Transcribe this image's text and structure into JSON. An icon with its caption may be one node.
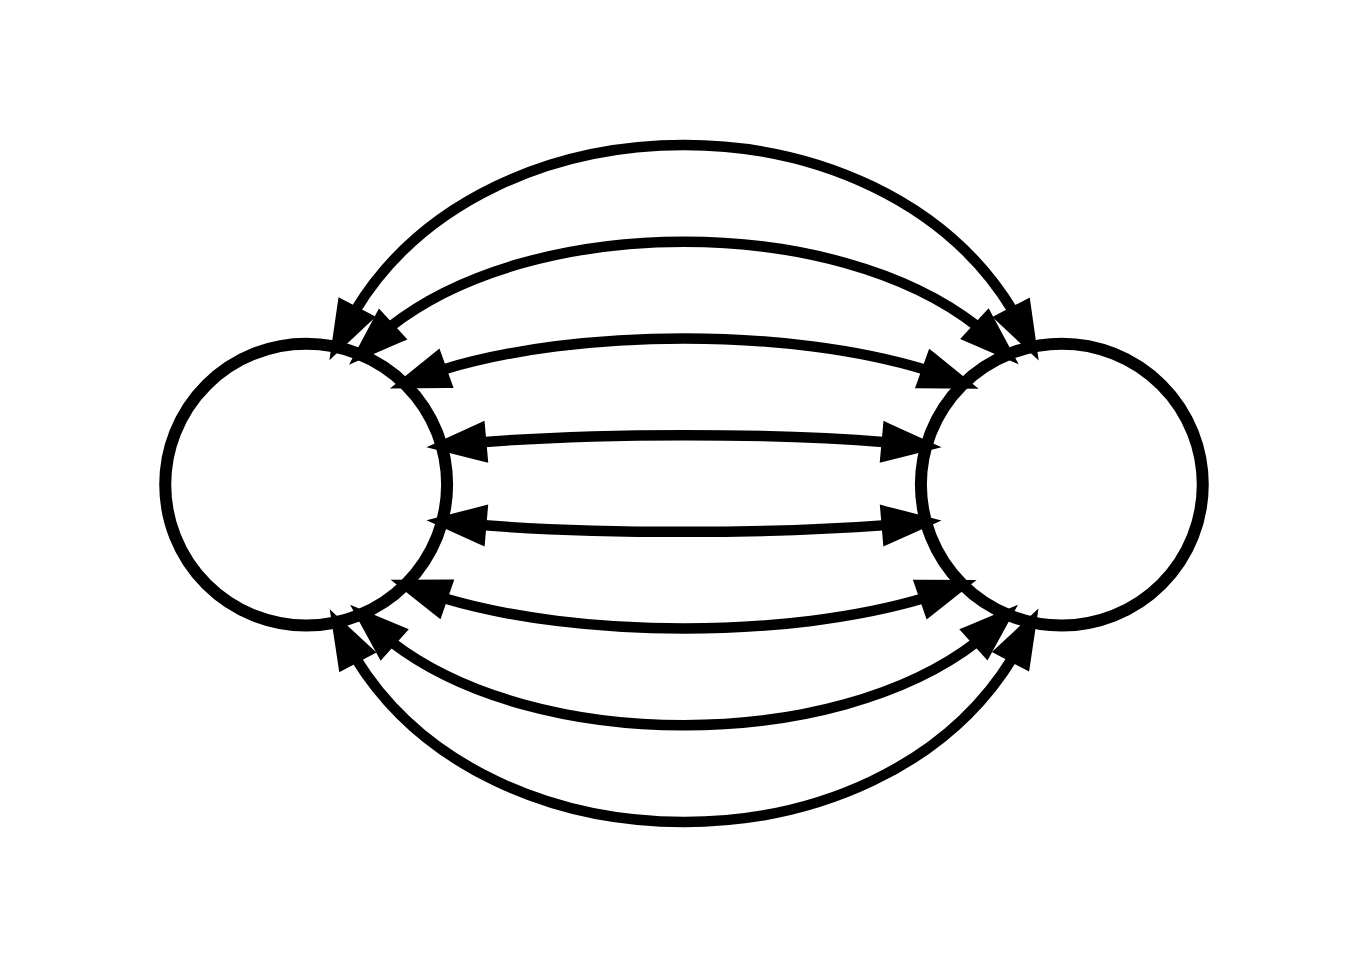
{
  "diagram": {
    "nodes": [
      {
        "text": [],
        "shape": "circle"
      },
      {
        "text": [],
        "shape": "circle"
      }
    ],
    "edges": [
      {
        "from": 0,
        "to": 1,
        "arrow": "both"
      },
      {
        "from": 0,
        "to": 1,
        "arrow": "both"
      },
      {
        "from": 0,
        "to": 1,
        "arrow": "both"
      },
      {
        "from": 0,
        "to": 1,
        "arrow": "both"
      },
      {
        "from": 0,
        "to": 1,
        "arrow": "both"
      },
      {
        "from": 0,
        "to": 1,
        "arrow": "both"
      },
      {
        "from": 0,
        "to": 1,
        "arrow": "both"
      },
      {
        "from": 0,
        "to": 1,
        "arrow": "both"
      }
    ]
  }
}
